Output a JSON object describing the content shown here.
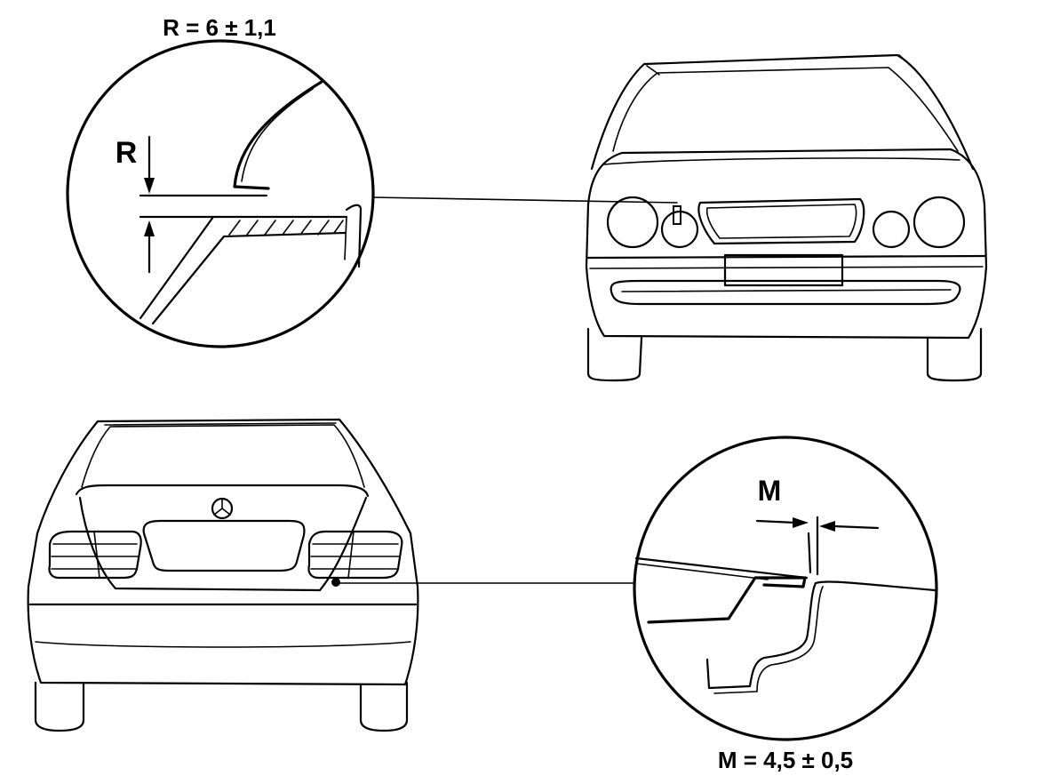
{
  "figure": {
    "labels": {
      "r_tolerance": "R = 6 ± 1,1",
      "r_marker": "R",
      "m_marker": "M",
      "m_tolerance": "M = 4,5 ± 0,5"
    },
    "views": [
      "front-view",
      "rear-view"
    ]
  }
}
